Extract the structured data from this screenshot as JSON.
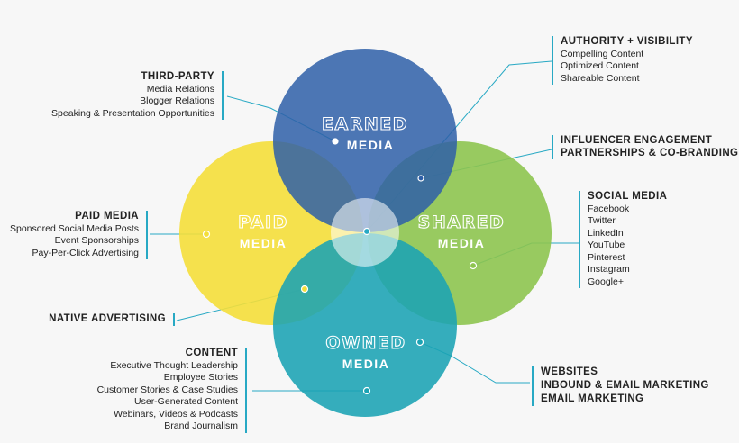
{
  "circles": {
    "earned": {
      "title": "EARNED",
      "subtitle": "MEDIA",
      "color": "#2e5fa8"
    },
    "paid": {
      "title": "PAID",
      "subtitle": "MEDIA",
      "color": "#f4de3a"
    },
    "shared": {
      "title": "SHARED",
      "subtitle": "MEDIA",
      "color": "#8dc44f"
    },
    "owned": {
      "title": "OWNED",
      "subtitle": "MEDIA",
      "color": "#1aa3b4"
    }
  },
  "accent_color": "#28a9c4",
  "third_party": {
    "heading": "THIRD-PARTY",
    "items": [
      "Media Relations",
      "Blogger Relations",
      "Speaking & Presentation Opportunities"
    ]
  },
  "paid_media": {
    "heading": "PAID MEDIA",
    "items": [
      "Sponsored Social Media Posts",
      "Event Sponsorships",
      "Pay-Per-Click Advertising"
    ]
  },
  "native_advertising": {
    "heading": "NATIVE ADVERTISING"
  },
  "content": {
    "heading": "CONTENT",
    "items": [
      "Executive Thought Leadership",
      "Employee Stories",
      "Customer Stories & Case Studies",
      "User-Generated Content",
      "Webinars, Videos & Podcasts",
      "Brand Journalism"
    ]
  },
  "authority": {
    "heading": "AUTHORITY + VISIBILITY",
    "items": [
      "Compelling Content",
      "Optimized Content",
      "Shareable Content"
    ]
  },
  "influencer": {
    "lines": [
      "INFLUENCER ENGAGEMENT",
      "PARTNERSHIPS & CO-BRANDING"
    ]
  },
  "social_media": {
    "heading": "SOCIAL MEDIA",
    "items": [
      "Facebook",
      "Twitter",
      "LinkedIn",
      "YouTube",
      "Pinterest",
      "Instagram",
      "Google+"
    ]
  },
  "websites": {
    "lines": [
      "WEBSITES",
      "INBOUND & EMAIL MARKETING",
      "EMAIL MARKETING"
    ]
  }
}
